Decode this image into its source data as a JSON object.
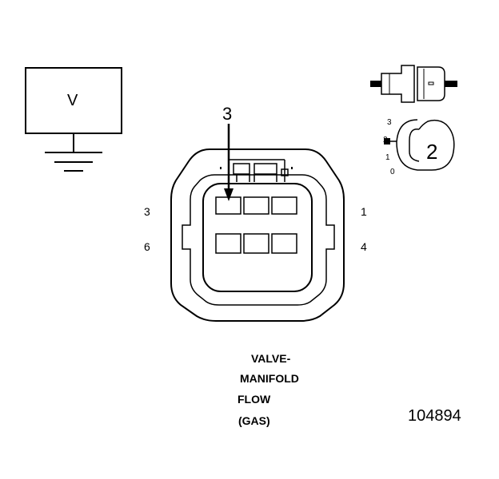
{
  "meter": {
    "label": "V"
  },
  "connector": {
    "arrow_label": "3",
    "pin_labels": {
      "top_left": "3",
      "bottom_left": "6",
      "top_right": "1",
      "bottom_right": "4"
    }
  },
  "position_view": {
    "positions": [
      "3",
      "2",
      "1",
      "0"
    ],
    "label": "2"
  },
  "caption_lines": [
    "VALVE-",
    "MANIFOLD",
    "FLOW",
    "(GAS)"
  ],
  "figure_number": "104894"
}
